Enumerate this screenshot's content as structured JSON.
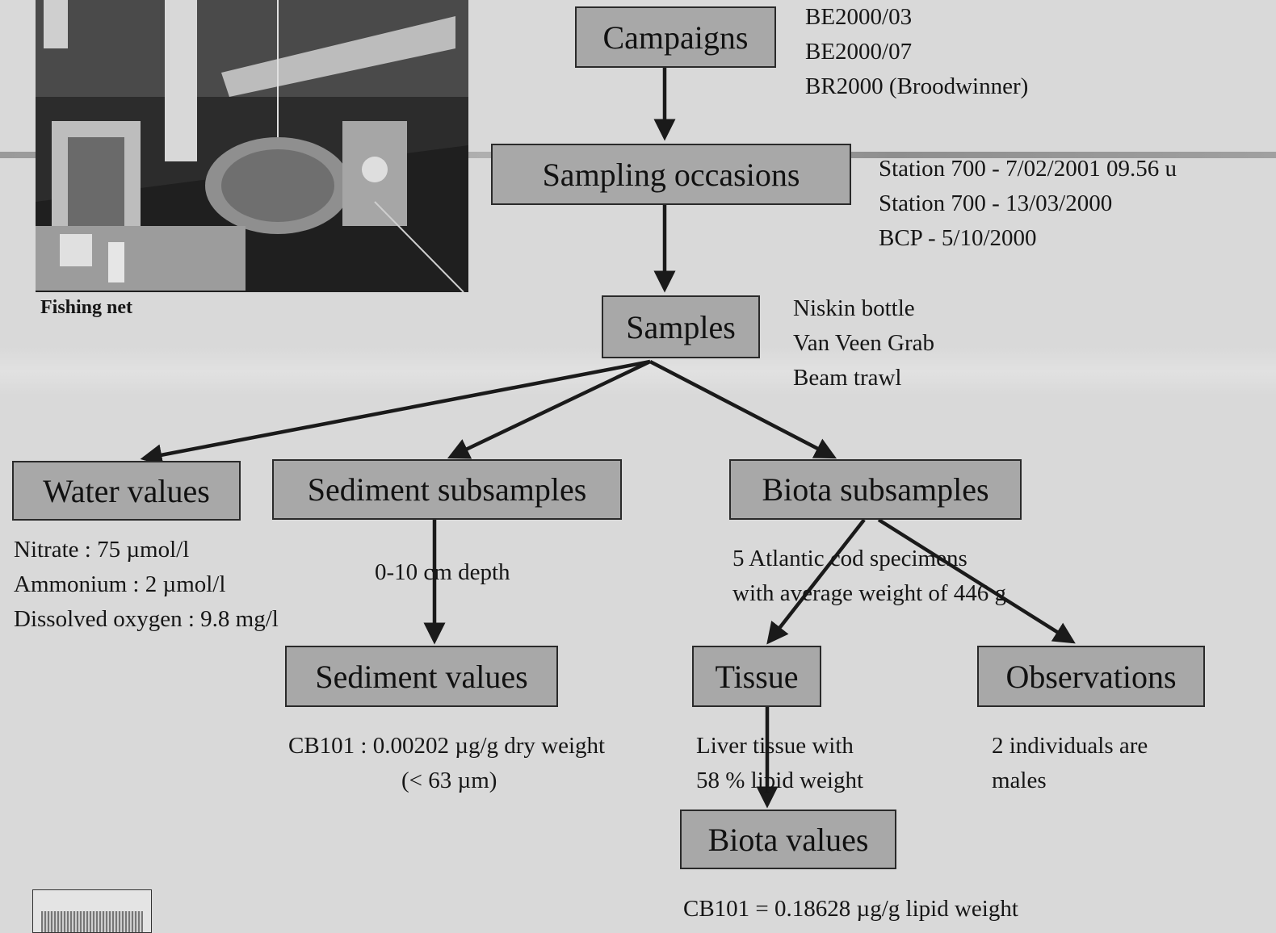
{
  "photo": {
    "caption": "Fishing net"
  },
  "nodes": {
    "campaigns": "Campaigns",
    "sampling_occasions": "Sampling occasions",
    "samples": "Samples",
    "water_values": "Water values",
    "sediment_subsamples": "Sediment subsamples",
    "biota_subsamples": "Biota subsamples",
    "sediment_values": "Sediment values",
    "tissue": "Tissue",
    "observations": "Observations",
    "biota_values": "Biota values"
  },
  "notes": {
    "campaigns": [
      "BE2000/03",
      "BE2000/07",
      "BR2000 (Broodwinner)"
    ],
    "sampling_occasions": [
      "Station 700 - 7/02/2001 09.56 u",
      "Station 700 - 13/03/2000",
      "BCP - 5/10/2000"
    ],
    "samples": [
      "Niskin bottle",
      "Van Veen Grab",
      "Beam trawl"
    ],
    "water_values": [
      "Nitrate : 75 µmol/l",
      "Ammonium : 2 µmol/l",
      "Dissolved oxygen : 9.8  mg/l"
    ],
    "sediment_subsamples": "0-10 cm depth",
    "biota_subsamples": [
      "5 Atlantic cod specimens",
      "with average weight of 446 g"
    ],
    "sediment_values": [
      "CB101  : 0.00202 µg/g dry weight",
      "(< 63 µm)"
    ],
    "tissue": [
      "Liver tissue with",
      "58 % lipid weight"
    ],
    "observations": [
      "2 individuals are",
      "males"
    ],
    "biota_values": "CB101 = 0.18628 µg/g lipid weight"
  }
}
